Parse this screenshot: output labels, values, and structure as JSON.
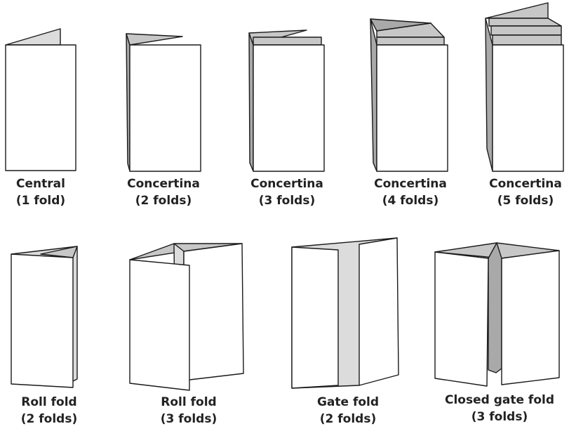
{
  "figures": [
    {
      "id": "central",
      "line1": "Central",
      "line2": "(1 fold)"
    },
    {
      "id": "concertina-2",
      "line1": "Concertina",
      "line2": "(2 folds)"
    },
    {
      "id": "concertina-3",
      "line1": "Concertina",
      "line2": "(3 folds)"
    },
    {
      "id": "concertina-4",
      "line1": "Concertina",
      "line2": "(4 folds)"
    },
    {
      "id": "concertina-5",
      "line1": "Concertina",
      "line2": "(5 folds)"
    },
    {
      "id": "roll-2",
      "line1": "Roll fold",
      "line2": "(2 folds)"
    },
    {
      "id": "roll-3",
      "line1": "Roll fold",
      "line2": "(3 folds)"
    },
    {
      "id": "gate-2",
      "line1": "Gate fold",
      "line2": "(2 folds)"
    },
    {
      "id": "closed-gate-3",
      "line1": "Closed gate fold",
      "line2": "(3 folds)"
    }
  ],
  "colors": {
    "panel_front": "#ffffff",
    "panel_light": "#dcdcdc",
    "panel_mid": "#c7c7c7",
    "panel_dark": "#a9a9a9",
    "outline": "#1a1a1a",
    "caption_text": "#222222"
  }
}
